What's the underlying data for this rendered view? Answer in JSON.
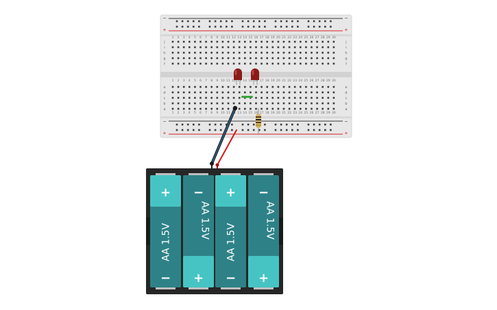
{
  "breadboard": {
    "columns": [
      "1",
      "2",
      "3",
      "4",
      "5",
      "6",
      "7",
      "8",
      "9",
      "10",
      "11",
      "12",
      "13",
      "14",
      "15",
      "16",
      "17",
      "18",
      "19",
      "20",
      "21",
      "22",
      "23",
      "24",
      "25",
      "26",
      "27",
      "28",
      "29",
      "30"
    ],
    "rows_top": [
      "j",
      "i",
      "h",
      "g",
      "f"
    ],
    "rows_bottom": [
      "e",
      "d",
      "c",
      "b",
      "a"
    ],
    "rail_minus": "−",
    "rail_plus": "+"
  },
  "components": {
    "led_count": 2,
    "led_color": "#8b1a1a",
    "resistor_color": "#d7b46a",
    "jumper_color": "#3aa63a"
  },
  "wires": {
    "negative_color": "#20405a",
    "positive_color": "#d11a1a"
  },
  "battery_pack": {
    "cells": [
      {
        "label": "AA 1.5V",
        "orientation": "plus-top",
        "top_sign": "+",
        "bottom_sign": "−"
      },
      {
        "label": "AA 1.5V",
        "orientation": "minus-top",
        "top_sign": "−",
        "bottom_sign": "+"
      },
      {
        "label": "AA 1.5V",
        "orientation": "plus-top",
        "top_sign": "+",
        "bottom_sign": "−"
      },
      {
        "label": "AA 1.5V",
        "orientation": "minus-top",
        "top_sign": "−",
        "bottom_sign": "+"
      }
    ],
    "cell_color": "#2e8287",
    "cap_color": "#46c4c4",
    "case_color": "#262626"
  }
}
